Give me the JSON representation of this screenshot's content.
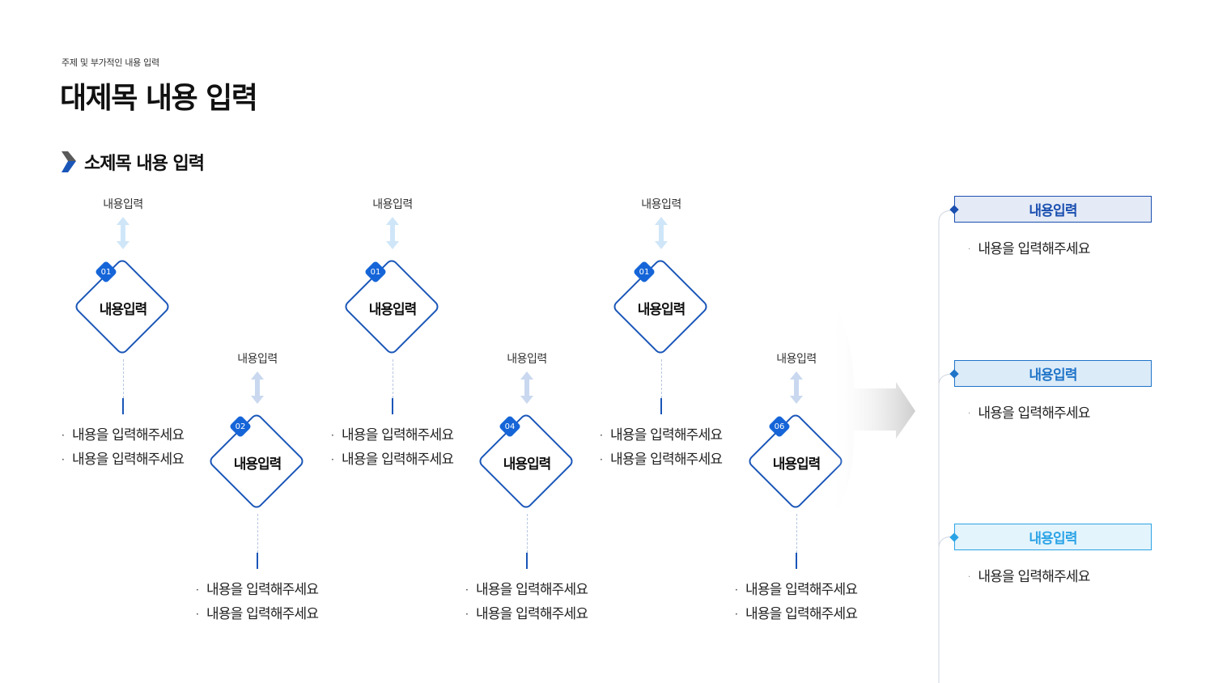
{
  "header": {
    "subtitle": "주제 및 부가적인 내용 입력",
    "title": "대제목 내용 입력"
  },
  "section": {
    "title": "소제목 내용 입력"
  },
  "steps": [
    {
      "badge": "01",
      "label": "내용입력",
      "top_label": "내용입력",
      "bullets": [
        "내용을 입력해주세요",
        "내용을 입력해주세요"
      ]
    },
    {
      "badge": "02",
      "label": "내용입력",
      "top_label": "내용입력",
      "bullets": [
        "내용을 입력해주세요",
        "내용을 입력해주세요"
      ]
    },
    {
      "badge": "01",
      "label": "내용입력",
      "top_label": "내용입력",
      "bullets": [
        "내용을 입력해주세요",
        "내용을 입력해주세요"
      ]
    },
    {
      "badge": "04",
      "label": "내용입력",
      "top_label": "내용입력",
      "bullets": [
        "내용을 입력해주세요",
        "내용을 입력해주세요"
      ]
    },
    {
      "badge": "01",
      "label": "내용입력",
      "top_label": "내용입력",
      "bullets": [
        "내용을 입력해주세요",
        "내용을 입력해주세요"
      ]
    },
    {
      "badge": "06",
      "label": "내용입력",
      "top_label": "내용입력",
      "bullets": [
        "내용을 입력해주세요",
        "내용을 입력해주세요"
      ]
    }
  ],
  "results": [
    {
      "title": "내용입력",
      "item": "내용을 입력해주세요",
      "accent": "#1a4fb0",
      "fill": "#e4eaf6"
    },
    {
      "title": "내용입력",
      "item": "내용을 입력해주세요",
      "accent": "#1f74c8",
      "fill": "#dcebf8"
    },
    {
      "title": "내용입력",
      "item": "내용을 입력해주세요",
      "accent": "#2aa3e6",
      "fill": "#e4f4fc"
    }
  ],
  "colors": {
    "primary": "#1a56b8",
    "badge": "#1565d8",
    "arrow_light": "#cfe6f8"
  },
  "icons": {
    "section": "chevron-right-icon",
    "connector": "double-arrow-icon",
    "flow": "big-arrow-icon"
  }
}
